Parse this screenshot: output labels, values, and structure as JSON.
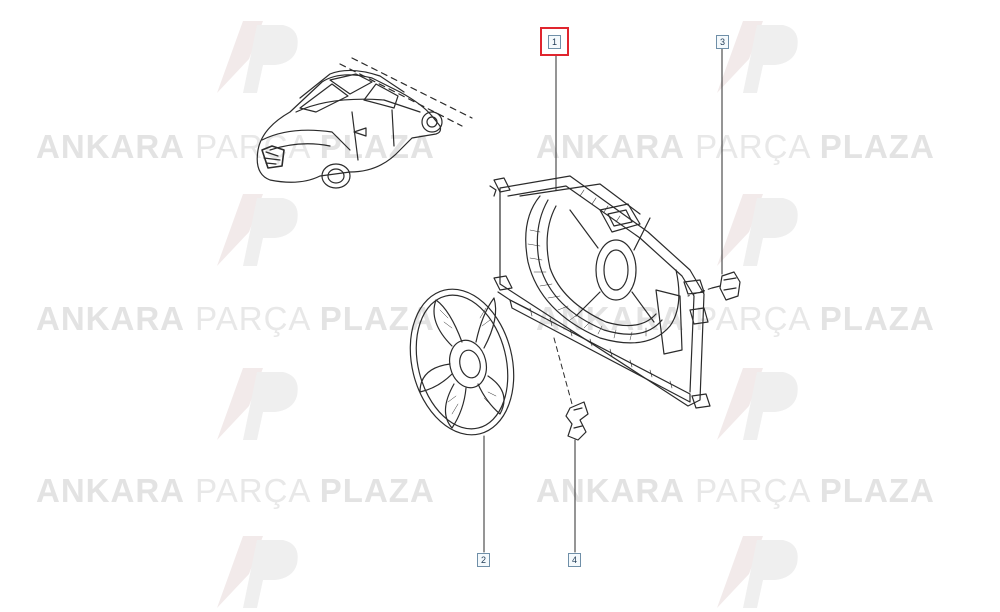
{
  "watermark": {
    "word1": "ANKARA",
    "word2": "PARÇA",
    "word3": "PLAZA",
    "logo_text": "AP"
  },
  "callouts": [
    {
      "number": "1",
      "highlighted": true
    },
    {
      "number": "2",
      "highlighted": false
    },
    {
      "number": "3",
      "highlighted": false
    },
    {
      "number": "4",
      "highlighted": false
    }
  ],
  "colors": {
    "line": "#2b2b2b",
    "callout_border": "#6f8fa8",
    "highlight": "#e0252e",
    "watermark": "#e3e3e3"
  }
}
